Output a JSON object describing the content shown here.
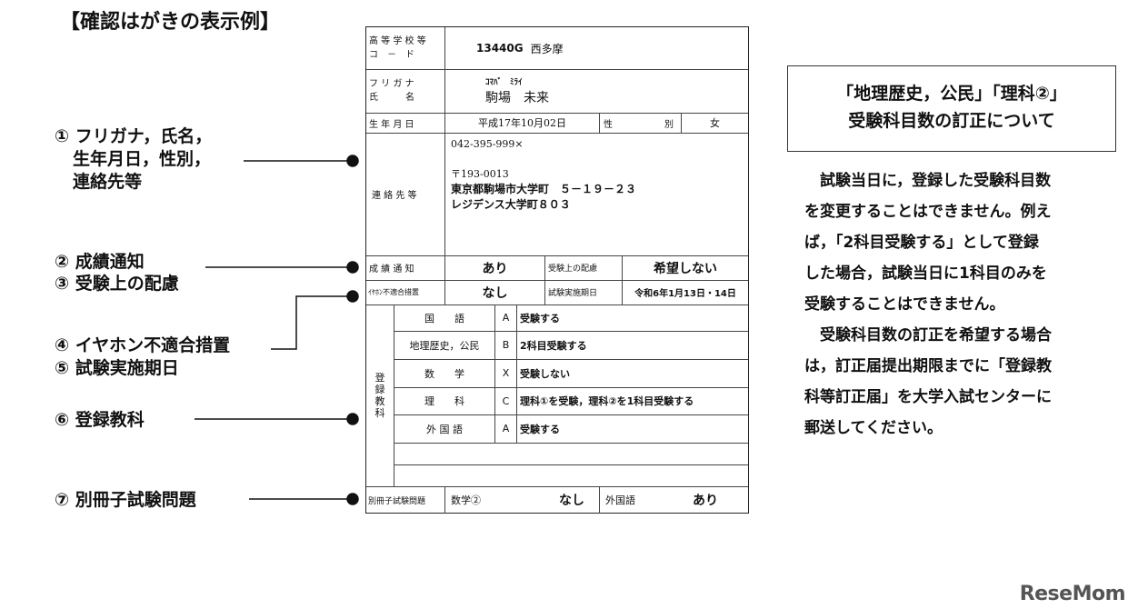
{
  "title": "【確認はがきの表示例】",
  "callouts": [
    {
      "num": "①",
      "lines": [
        "フリガナ，氏名，",
        "生年月日，性別，",
        "連絡先等"
      ]
    },
    {
      "num": "②",
      "lines": [
        "成績通知"
      ]
    },
    {
      "num": "③",
      "lines": [
        "受験上の配慮"
      ]
    },
    {
      "num": "④",
      "lines": [
        "イヤホン不適合措置"
      ]
    },
    {
      "num": "⑤",
      "lines": [
        "試験実施期日"
      ]
    },
    {
      "num": "⑥",
      "lines": [
        "登録教科"
      ]
    },
    {
      "num": "⑦",
      "lines": [
        "別冊子試験問題"
      ]
    }
  ],
  "card": {
    "school_code_label_1": "高 等 学 校 等",
    "school_code_label_2": "コ　－　ド",
    "school_code": "13440G",
    "school_name": "西多摩",
    "furigana_label_1": "フ リ ガ ナ",
    "furigana_label_2": "氏　　　名",
    "furigana_value": "ｺﾏﾊﾞ　ﾐﾗｲ",
    "name_value": "駒場　未来",
    "birth_label": "生 年 月 日",
    "birth_value": "平成17年10月02日",
    "sex_label": "性",
    "sex_label_2": "別",
    "sex_value": "女",
    "contact_label": "連 絡 先 等",
    "phone": "042-395-999×",
    "postal": "〒193-0013",
    "address_1": "東京都駒場市大学町　５－１９－２３",
    "address_2": "レジデンス大学町８０３",
    "score_label": "成 績 通 知",
    "score_value": "あり",
    "consid_label": "受験上の配慮",
    "consid_value": "希望しない",
    "earphone_label": "ｲﾔﾎﾝ不適合措置",
    "earphone_value": "なし",
    "date_label": "試験実施期日",
    "date_value": "令和6年1月13日・14日",
    "subjects_label": [
      "登",
      "録",
      "教",
      "科"
    ],
    "subjects": [
      {
        "name": "国　　語",
        "code": "A",
        "status": "受験する"
      },
      {
        "name": "地理歴史，公民",
        "code": "B",
        "status": "2科目受験する"
      },
      {
        "name": "数　　学",
        "code": "X",
        "status": "受験しない"
      },
      {
        "name": "理　　科",
        "code": "C",
        "status": "理科①を受験，理科②を1科目受験する"
      },
      {
        "name": "外 国 語",
        "code": "A",
        "status": "受験する"
      }
    ],
    "booklet_label": "別冊子試験問題",
    "math2_label": "数学②",
    "math2_value": "なし",
    "foreign_label": "外国語",
    "foreign_value": "あり"
  },
  "notice": {
    "heading_1": "「地理歴史，公民」「理科②」",
    "heading_2": "受験科目数の訂正について",
    "paragraph_1": [
      "　試験当日に，登録した受験科目数",
      "を変更することはできません。例え",
      "ば，「2科目受験する」として登録",
      "した場合，試験当日に1科目のみを",
      "受験することはできません。"
    ],
    "paragraph_2": [
      "　受験科目数の訂正を希望する場合",
      "は，訂正届提出期限までに「登録教",
      "科等訂正届」を大学入試センターに",
      "郵送してください。"
    ]
  },
  "logo": "ReseMom"
}
